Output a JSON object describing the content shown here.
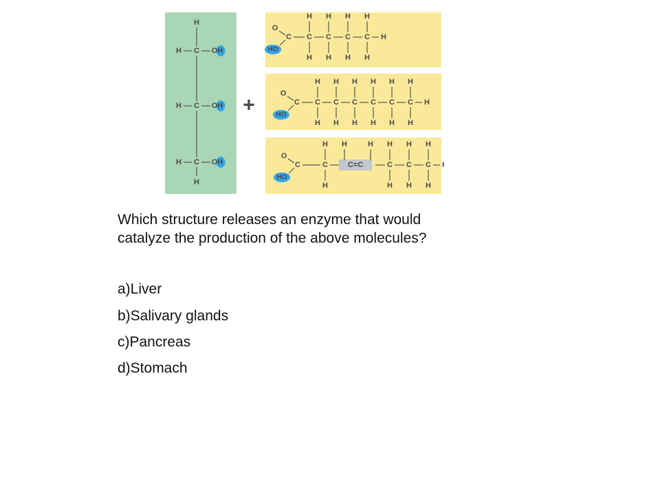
{
  "diagram": {
    "plus_sign": "+",
    "atoms": {
      "hydrogen": "H",
      "carbon": "C",
      "oxygen": "O",
      "hydroxyl": "OH",
      "carboxyl_hydroxyl": "HO",
      "double_bond": "C=C"
    },
    "colors": {
      "glycerol_panel": "#a9d6b4",
      "fatty_acid_panel": "#fbe99a",
      "highlight_oxygen": "#33a6e8",
      "double_bond_highlight": "#c3c6cc",
      "text": "#4a4a4a"
    }
  },
  "question": {
    "text": "Which structure releases an enzyme that would catalyze the production of the above molecules?",
    "options": [
      "a)Liver",
      "b)Salivary glands",
      "c)Pancreas",
      "d)Stomach"
    ]
  }
}
